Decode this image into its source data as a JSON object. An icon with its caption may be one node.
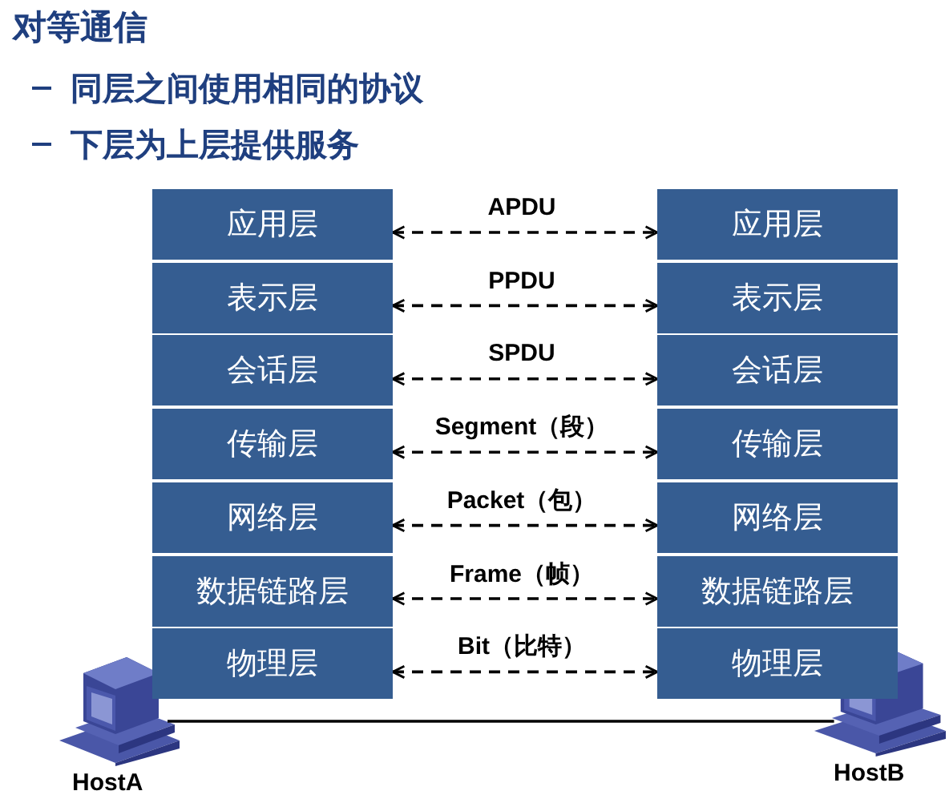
{
  "diagram": {
    "title": "对等通信",
    "nodes": [
      {
        "text": [
          "应用层"
        ]
      },
      {
        "text": [
          "表示层"
        ]
      },
      {
        "text": [
          "会话层"
        ]
      },
      {
        "text": [
          "传输层"
        ]
      },
      {
        "text": [
          "网络层"
        ]
      },
      {
        "text": [
          "数据链路层"
        ]
      },
      {
        "text": [
          "物理层"
        ]
      },
      {
        "text": [
          "应用层"
        ]
      },
      {
        "text": [
          "表示层"
        ]
      },
      {
        "text": [
          "会话层"
        ]
      },
      {
        "text": [
          "传输层"
        ]
      },
      {
        "text": [
          "网络层"
        ]
      },
      {
        "text": [
          "数据链路层"
        ]
      },
      {
        "text": [
          "物理层"
        ]
      },
      {
        "text": [],
        "shape": "picture",
        "beside": [
          "HostA"
        ]
      },
      {
        "text": [],
        "shape": "picture",
        "beside": [
          "HostB"
        ]
      }
    ],
    "edges": [
      {
        "from": 0,
        "to": 7,
        "arrow": "both",
        "style": "dashed",
        "label": "APDU"
      },
      {
        "from": 1,
        "to": 8,
        "arrow": "both",
        "style": "dashed",
        "label": "PPDU"
      },
      {
        "from": 2,
        "to": 9,
        "arrow": "both",
        "style": "dashed",
        "label": "SPDU"
      },
      {
        "from": 3,
        "to": 10,
        "arrow": "both",
        "style": "dashed",
        "label": "Segment（段）"
      },
      {
        "from": 4,
        "to": 11,
        "arrow": "both",
        "style": "dashed",
        "label": "Packet（包）"
      },
      {
        "from": 5,
        "to": 12,
        "arrow": "both",
        "style": "dashed",
        "label": "Frame（帧）"
      },
      {
        "from": 6,
        "to": 13,
        "arrow": "both",
        "style": "dashed",
        "label": "Bit（比特）"
      },
      {
        "from": 14,
        "to": 15,
        "arrow": "none"
      }
    ],
    "labels": [
      "同层之间使用相同的协议",
      "下层为上层提供服务"
    ]
  }
}
